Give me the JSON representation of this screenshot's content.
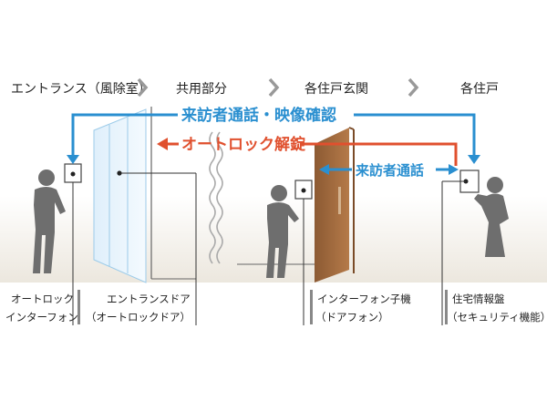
{
  "zones": [
    {
      "label": "エントランス（風除室）"
    },
    {
      "label": "共用部分"
    },
    {
      "label": "各住戸玄関"
    },
    {
      "label": "各住戸"
    }
  ],
  "flows": {
    "visitor_call_video": "来訪者通話・映像確認",
    "autolock_release": "オートロック解錠",
    "visitor_call": "来訪者通話"
  },
  "labels": {
    "autolock_intercom_l1": "オートロック",
    "autolock_intercom_l2": "インターフォン",
    "entrance_door_l1": "エントランスドア",
    "entrance_door_l2": "（オートロックドア）",
    "intercom_slave_l1": "インターフォン子機",
    "intercom_slave_l2": "（ドアフォン）",
    "home_panel_l1": "住宅情報盤",
    "home_panel_l2": "（セキュリティ機能）"
  },
  "colors": {
    "blue": "#2a8fd0",
    "red": "#e0502e",
    "chevron": "#999999",
    "door_brown": "#a26b3f",
    "figure": "#6e6e6e"
  }
}
